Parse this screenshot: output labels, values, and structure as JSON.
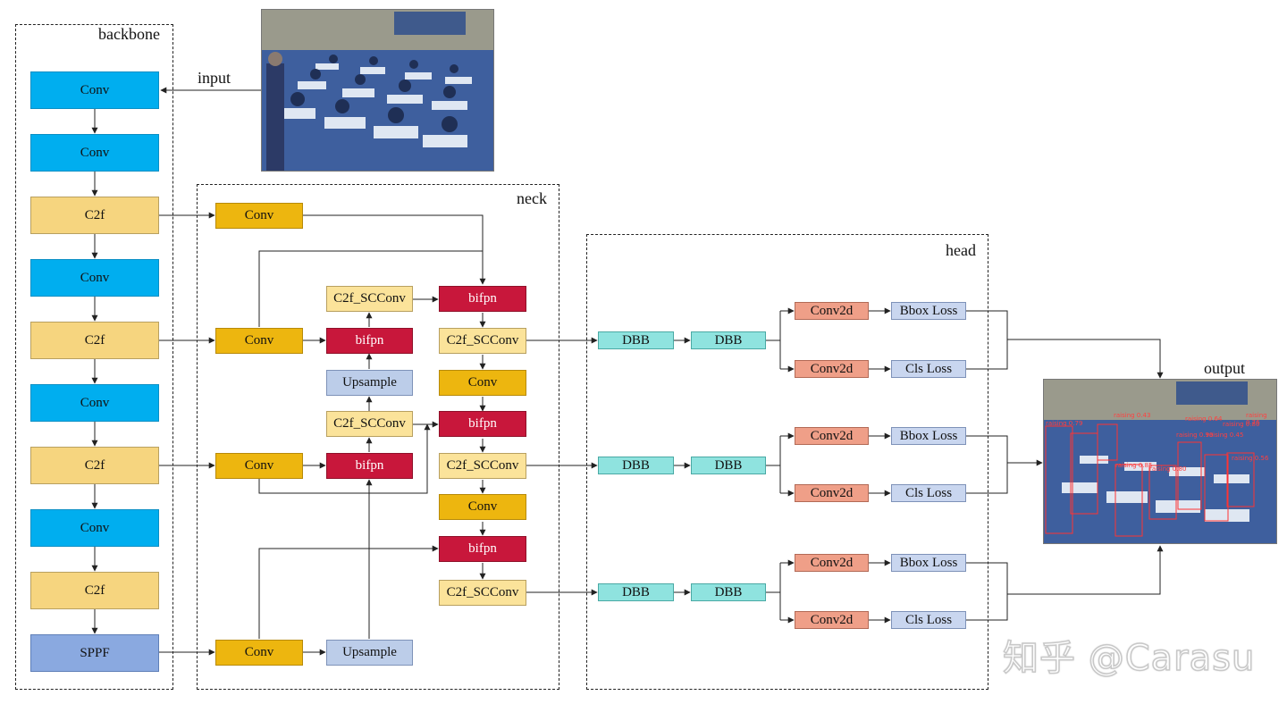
{
  "regions": {
    "backbone": "backbone",
    "neck": "neck",
    "head": "head"
  },
  "labels": {
    "input": "input",
    "output": "output"
  },
  "backbone": {
    "b1": "Conv",
    "b2": "Conv",
    "b3": "C2f",
    "b4": "Conv",
    "b5": "C2f",
    "b6": "Conv",
    "b7": "C2f",
    "b8": "Conv",
    "b9": "C2f",
    "b10": "SPPF"
  },
  "neck": {
    "conv_top": "Conv",
    "conv_mid": "Conv",
    "conv_lower": "Conv",
    "conv_bottom": "Conv",
    "c2f_sc_1": "C2f_SCConv",
    "bifpn_1": "bifpn",
    "upsample_1": "Upsample",
    "c2f_sc_2": "C2f_SCConv",
    "bifpn_2": "bifpn",
    "upsample_2": "Upsample",
    "bifpn_3": "bifpn",
    "c2f_sc_3": "C2f_SCConv",
    "conv_r1": "Conv",
    "bifpn_4": "bifpn",
    "c2f_sc_4": "C2f_SCConv",
    "conv_r2": "Conv",
    "bifpn_5": "bifpn",
    "c2f_sc_5": "C2f_SCConv"
  },
  "head": {
    "rows": [
      {
        "dbb_a": "DBB",
        "dbb_b": "DBB",
        "conv2d_top": "Conv2d",
        "conv2d_bottom": "Conv2d",
        "bbox_loss": "Bbox Loss",
        "cls_loss": "Cls Loss"
      },
      {
        "dbb_a": "DBB",
        "dbb_b": "DBB",
        "conv2d_top": "Conv2d",
        "conv2d_bottom": "Conv2d",
        "bbox_loss": "Bbox Loss",
        "cls_loss": "Cls Loss"
      },
      {
        "dbb_a": "DBB",
        "dbb_b": "DBB",
        "conv2d_top": "Conv2d",
        "conv2d_bottom": "Conv2d",
        "bbox_loss": "Bbox Loss",
        "cls_loss": "Cls Loss"
      }
    ]
  },
  "detections": [
    "raising 0.79",
    "raising 0.43",
    "raising 0.64",
    "raising 0.76",
    "raising 0.80",
    "raising 0.90",
    "raising 0.45",
    "raising 0.56",
    "raising 0.85",
    "raising 0.80"
  ],
  "watermark": "知乎 @Carasu",
  "colors": {
    "conv_backbone": "#00aeef",
    "c2f": "#f6d57f",
    "sppf": "#8aa9e0",
    "conv_neck": "#edb60f",
    "bifpn": "#c8173b",
    "upsample": "#bccde9",
    "dbb": "#8fe3df",
    "conv2d": "#ef9f88",
    "loss": "#c9d6ef"
  }
}
